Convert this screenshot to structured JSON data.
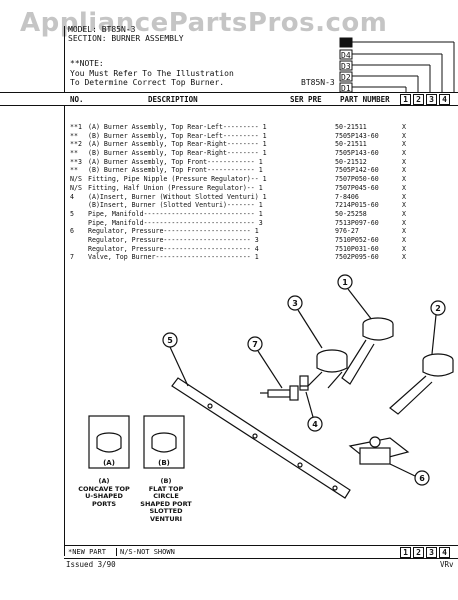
{
  "watermark": "AppliancePartsPros.com",
  "header": {
    "line1": "MODEL: BT85N-3",
    "line2": "SECTION: BURNER ASSEMBLY",
    "note_title": "**NOTE:",
    "note_line1": "You Must Refer To The Illustration",
    "note_line2": "To Determine Correct Top Burner.",
    "model_code": "BT85N-3",
    "col_labels": [
      "D5",
      "D4",
      "D3",
      "D2",
      "D1"
    ]
  },
  "table": {
    "headers": {
      "no": "NO.",
      "description": "DESCRIPTION",
      "ser_pre": "SER PRE",
      "part_number": "PART NUMBER"
    },
    "col_numbers": [
      "1",
      "2",
      "3",
      "4"
    ],
    "rows": [
      {
        "no": "**1",
        "desc": "(A) Burner Assembly, Top Rear-Left--------- 1",
        "pn": "50-21511",
        "x": "X"
      },
      {
        "no": "**",
        "desc": "(B) Burner Assembly, Top Rear-Left--------- 1",
        "pn": "7505P143-60",
        "x": "X"
      },
      {
        "no": "**2",
        "desc": "(A) Burner Assembly, Top Rear-Right-------- 1",
        "pn": "50-21511",
        "x": "X"
      },
      {
        "no": "**",
        "desc": "(B) Burner Assembly, Top Rear-Right-------- 1",
        "pn": "7505P143-60",
        "x": "X"
      },
      {
        "no": "**3",
        "desc": "(A) Burner Assembly, Top Front------------ 1",
        "pn": "50-21512",
        "x": "X"
      },
      {
        "no": "**",
        "desc": "(B) Burner Assembly, Top Front------------ 1",
        "pn": "7505P142-60",
        "x": "X"
      },
      {
        "no": "N/S",
        "desc": "Fitting, Pipe Nipple (Pressure Regulator)-- 1",
        "pn": "7507P050-60",
        "x": "X"
      },
      {
        "no": "N/S",
        "desc": "Fitting, Half Union (Pressure Regulator)-- 1",
        "pn": "7507P045-60",
        "x": "X"
      },
      {
        "no": "4",
        "desc": "(A)Insert, Burner (Without Slotted Venturi) 1",
        "pn": "7-8406",
        "x": "X"
      },
      {
        "no": "",
        "desc": "(B)Insert, Burner (Slotted Venturi)------- 1",
        "pn": "7214P015-60",
        "x": "X"
      },
      {
        "no": "5",
        "desc": "Pipe, Manifold---------------------------- 1",
        "pn": "50-25258",
        "x": "X"
      },
      {
        "no": "",
        "desc": "Pipe, Manifold---------------------------- 3",
        "pn": "7513P097-60",
        "x": "X"
      },
      {
        "no": "6",
        "desc": "Regulator, Pressure---------------------- 1",
        "pn": "976-27",
        "x": "X"
      },
      {
        "no": "",
        "desc": "Regulator, Pressure---------------------- 3",
        "pn": "7510P052-60",
        "x": "X"
      },
      {
        "no": "",
        "desc": "Regulator, Pressure---------------------- 4",
        "pn": "7510P031-60",
        "x": "X"
      },
      {
        "no": "7",
        "desc": "Valve, Top Burner------------------------ 1",
        "pn": "7502P095-60",
        "x": "X"
      }
    ]
  },
  "diagram": {
    "callouts": [
      "1",
      "2",
      "3",
      "4",
      "5",
      "6",
      "7"
    ],
    "inset_a": "(A)",
    "inset_b": "(B)",
    "caption_a": [
      "(A)",
      "CONCAVE TOP",
      "U-SHAPED",
      "PORTS"
    ],
    "caption_b": [
      "(B)",
      "FLAT TOP",
      "CIRCLE",
      "SHAPED PORT",
      "SLOTTED",
      "VENTURI"
    ]
  },
  "footer": {
    "new_part": "*NEW PART",
    "not_shown": "N/S-NOT SHOWN",
    "issued": "Issued 3/90",
    "code": "VRv"
  }
}
